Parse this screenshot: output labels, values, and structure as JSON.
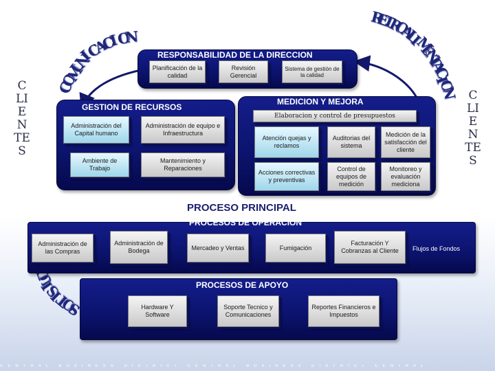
{
  "header": {
    "title": "RESPONSABILIDAD DE LA DIRECCION",
    "items": [
      "Planificación de la calidad",
      "Revisión Gerencial",
      "Sistema de gestión de la calidad"
    ]
  },
  "left_word": "CLIENTES",
  "right_word": "CLIENTES",
  "arc_left_top": "COMUNICACION",
  "arc_right_top": "RETROALIMENTACION",
  "arc_left_bottom": "REQUISITOS",
  "recursos": {
    "title": "GESTION DE RECURSOS",
    "items": [
      "Administración del Capital humano",
      "Administración de equipo e Infraestructura",
      "Ambiente de Trabajo",
      "Mantenimiento y Reparaciones"
    ]
  },
  "medicion": {
    "title": "MEDICION Y MEJORA",
    "banner": "Elaboracion y control de presupuestos",
    "items": [
      "Atención quejas y reclamos",
      "Auditorias del sistema",
      "Medición de la satisfacción del cliente",
      "Acciones correctivas y preventivas",
      "Control de equipos de medición",
      "Monitoreo y evaluación mediciona"
    ]
  },
  "principal": {
    "title": "PROCESO PRINCIPAL"
  },
  "operacion": {
    "title": "PROCESOS DE OPERACION",
    "items": [
      "Administración de las Compras",
      "Administración de Bodega",
      "Mercadeo y Ventas",
      "Fumigación",
      "Facturación Y Cobranzas al Cliente",
      "Flujos de Fondos"
    ]
  },
  "apoyo": {
    "title": "PROCESOS DE APOYO",
    "items": [
      "Hardware Y Software",
      "Soporte Tecnico y Comunicaciones",
      "Reportes Financieros e Impuestos"
    ]
  },
  "footer": "CENTRAL BUSINESS DISTRICT CENTRAL BUSINESS DISTRICT CENTRAL",
  "colors": {
    "panel": "#0c1470",
    "arc_text": "#1e2778",
    "box_border": "#777777"
  }
}
